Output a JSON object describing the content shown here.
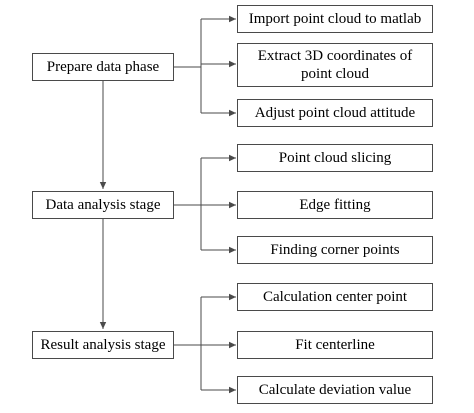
{
  "stages": [
    {
      "label": "Prepare data phase",
      "steps": [
        "Import point cloud to matlab",
        "Extract 3D coordinates of point cloud",
        "Adjust point cloud attitude"
      ]
    },
    {
      "label": "Data analysis stage",
      "steps": [
        "Point cloud slicing",
        "Edge fitting",
        "Finding corner points"
      ]
    },
    {
      "label": "Result analysis stage",
      "steps": [
        "Calculation center point",
        "Fit centerline",
        "Calculate deviation value"
      ]
    }
  ]
}
